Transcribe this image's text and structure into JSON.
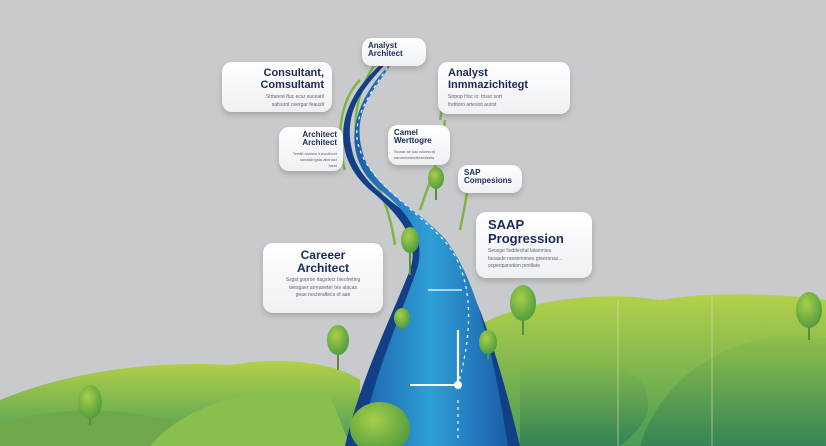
{
  "callouts": {
    "analyst_architect_top": {
      "title": "Analyst\nArchitect",
      "sub": ""
    },
    "consultant": {
      "title": "Consultant,\nComsultamt",
      "sub": "Strtarest ftuc ecar sucearil\nsafsurot ceergar feaustl"
    },
    "analyst_right": {
      "title": "Analyst\nInmmazichitegt",
      "sub": "Strpop Hoc io: trisur sort\nfretitoro artesiot aurist"
    },
    "architect_left": {
      "title": "Architect\nArchitect",
      "sub": "Teealt auxinio tueoctloort\nsanaslingsta alienact\nfacst"
    },
    "camel": {
      "title": "Camel\nWerttogre",
      "sub": "Sicaar ae sac ahcenrat\nsanaslonasulteactaslts"
    },
    "sap_small": {
      "title": "SAP\nCompesions",
      "sub": ""
    },
    "saap": {
      "title": "SAAP\nProgression",
      "sub": "Seosge lioddecital lalanmies\nfaoasde rsesemnnes greeronaz...\nocpeopanetion protilate"
    },
    "career": {
      "title": "Careeer\nArchitect",
      "sub": "Ssgst goproe rlagstecr hieolreting\nteesgaer arreaneter tes alacas\ngeae nocteraltecs of aan"
    }
  },
  "colors": {
    "background": "#c9cacd",
    "road_light": "#35a7d8",
    "road_dark": "#123f86",
    "hill_light": "#a9c948",
    "hill_dark": "#3f9455",
    "text_dark": "#1b2a57"
  },
  "icons": [
    "tree-icon",
    "road-icon",
    "hill-icon"
  ]
}
